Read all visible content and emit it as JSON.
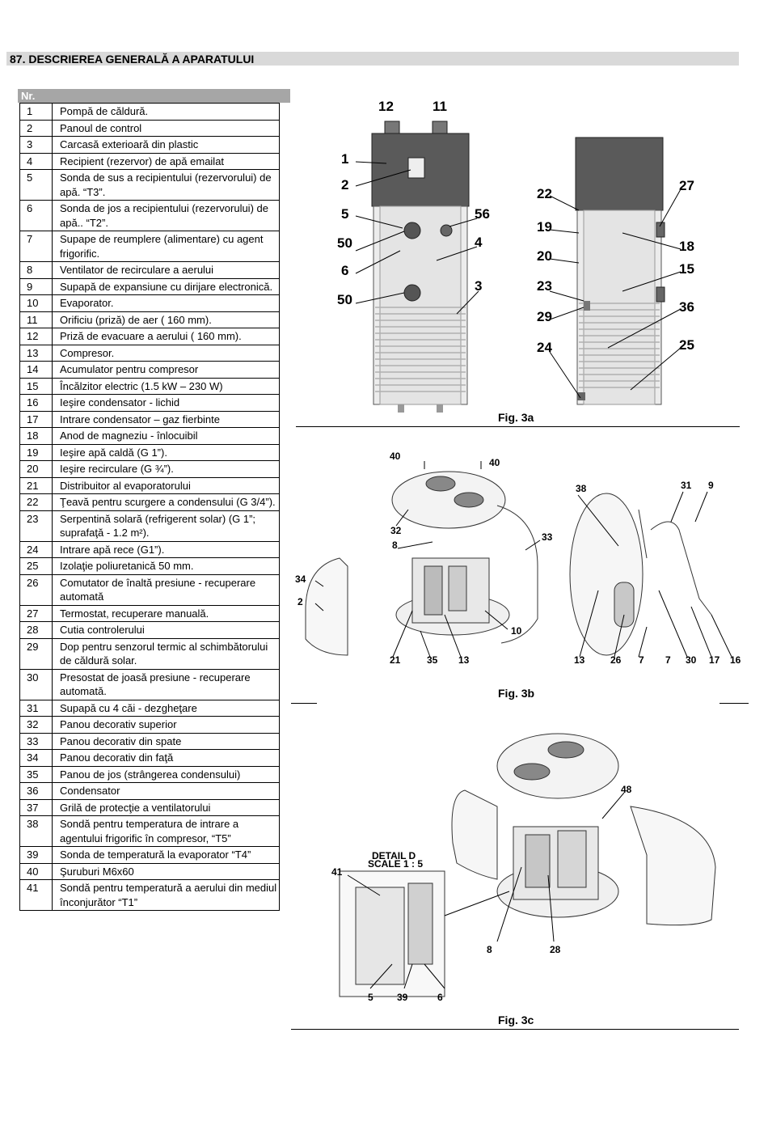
{
  "section": {
    "title": "87.  DESCRIEREA GENERALĂ A APARATULUI"
  },
  "table": {
    "header": "Nr.",
    "rows": [
      {
        "n": "1",
        "t": "Pompă de căldură."
      },
      {
        "n": "2",
        "t": "Panoul de control"
      },
      {
        "n": "3",
        "t": "Carcasă exterioară din plastic"
      },
      {
        "n": "4",
        "t": "Recipient (rezervor) de apă emailat"
      },
      {
        "n": "5",
        "t": "Sonda de sus a recipientului (rezervorului) de apă. “T3”."
      },
      {
        "n": "6",
        "t": "Sonda de jos a recipientului (rezervorului) de apă.. “T2”."
      },
      {
        "n": "7",
        "t": "Supape de reumplere (alimentare) cu agent frigorific."
      },
      {
        "n": "8",
        "t": "Ventilator de recirculare a aerului"
      },
      {
        "n": "9",
        "t": "Supapă de expansiune cu dirijare electronică."
      },
      {
        "n": "10",
        "t": "Evaporator."
      },
      {
        "n": "11",
        "t": "Orificiu (priză) de aer (    160 mm)."
      },
      {
        "n": "12",
        "t": "Priză de evacuare a aerului (    160 mm)."
      },
      {
        "n": "13",
        "t": "Compresor."
      },
      {
        "n": "14",
        "t": "Acumulator pentru compresor"
      },
      {
        "n": "15",
        "t": "Încălzitor electric  (1.5 kW – 230 W)"
      },
      {
        "n": "16",
        "t": "Ieşire condensator - lichid"
      },
      {
        "n": "17",
        "t": "Intrare condensator – gaz fierbinte"
      },
      {
        "n": "18",
        "t": "Anod de magneziu - înlocuibil"
      },
      {
        "n": "19",
        "t": "Ieşire apă caldă (G 1”)."
      },
      {
        "n": "20",
        "t": "Ieşire recirculare (G ¾”)."
      },
      {
        "n": "21",
        "t": "Distribuitor al evaporatorului"
      },
      {
        "n": "22",
        "t": "Ţeavă pentru scurgere a condensului (G 3/4”)."
      },
      {
        "n": "23",
        "t": "Serpentină solară (refrigerent solar) (G 1”; suprafaţă - 1.2 m²)."
      },
      {
        "n": "24",
        "t": "Intrare apă rece (G1”)."
      },
      {
        "n": "25",
        "t": "Izolaţie poliuretanică 50 mm."
      },
      {
        "n": "26",
        "t": "Comutator de înaltă presiune - recuperare automată"
      },
      {
        "n": "27",
        "t": "Termostat, recuperare manuală."
      },
      {
        "n": "28",
        "t": "Cutia controlerului"
      },
      {
        "n": "29",
        "t": "Dop pentru senzorul termic al schimbătorului de căldură solar."
      },
      {
        "n": "30",
        "t": "Presostat de joasă presiune - recuperare automată."
      },
      {
        "n": "31",
        "t": "Supapă cu 4 căi - dezgheţare"
      },
      {
        "n": "32",
        "t": "Panou decorativ superior"
      },
      {
        "n": "33",
        "t": "Panou decorativ din spate"
      },
      {
        "n": "34",
        "t": "Panou decorativ din faţă"
      },
      {
        "n": "35",
        "t": "Panou de jos (strângerea condensului)"
      },
      {
        "n": "36",
        "t": "Condensator"
      },
      {
        "n": "37",
        "t": "Grilă de protecţie a ventilatorului"
      },
      {
        "n": "38",
        "t": "Sondă pentru temperatura de intrare a agentului frigorific în compresor, “T5”"
      },
      {
        "n": "39",
        "t": "Sonda de temperatură la evaporator “T4”"
      },
      {
        "n": "40",
        "t": "Şuruburi M6x60"
      },
      {
        "n": "41",
        "t": "Sondă pentru temperatură a aerului din mediul înconjurător  “T1”"
      }
    ]
  },
  "fig3a": {
    "caption": "Fig. 3a",
    "left_labels": [
      "12",
      "11",
      "1",
      "2",
      "5",
      "56",
      "50",
      "4",
      "6",
      "3",
      "50"
    ],
    "right_labels": [
      "22",
      "27",
      "19",
      "18",
      "20",
      "15",
      "23",
      "36",
      "29",
      "24",
      "25"
    ]
  },
  "fig3b": {
    "caption": "Fig. 3b",
    "labels": [
      "40",
      "40",
      "32",
      "33",
      "8",
      "34",
      "2",
      "10",
      "21",
      "35",
      "13",
      "38",
      "31",
      "9",
      "13",
      "26",
      "7",
      "7",
      "30",
      "17",
      "16"
    ]
  },
  "fig3c": {
    "caption": "Fig. 3c",
    "labels": [
      "48",
      "41",
      "8",
      "28",
      "5",
      "39",
      "6"
    ],
    "detail": [
      "DETAIL D",
      "SCALE 1 : 5"
    ]
  }
}
